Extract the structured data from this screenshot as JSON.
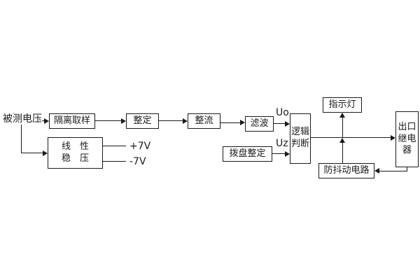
{
  "diagram": {
    "colors": {
      "line": "#1a1a1a",
      "background": "#ffffff"
    },
    "source_label": "被测电压",
    "boxes": {
      "isolation_sampling": "隔离取样",
      "setting": "整定",
      "rectifier": "整流",
      "filter": "滤波",
      "logic_judgment": "逻辑\n判断",
      "dial_setting": "拨盘整定",
      "indicator_light": "指示灯",
      "output_relay": "出口\n继电\n器",
      "anti_jitter_circuit": "防抖动电路",
      "linear_regulator": "线　性\n稳　压"
    },
    "signal_labels": {
      "uo": "Uo",
      "uz": "Uz",
      "plus_7v": "+7V",
      "minus_7v": "-7V"
    }
  }
}
